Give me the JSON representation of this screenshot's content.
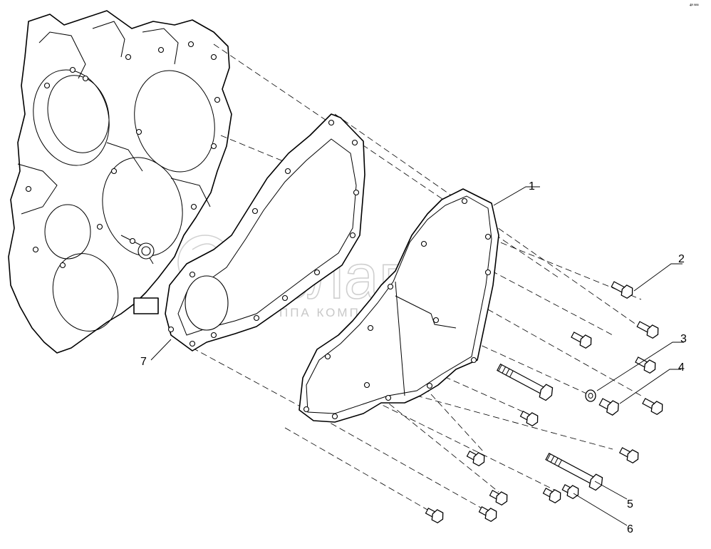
{
  "watermark": {
    "brand": "белагро",
    "subtitle": "ГРУППА КОМПАНИЙ"
  },
  "callouts": [
    {
      "id": "callout-1",
      "label": "1"
    },
    {
      "id": "callout-2",
      "label": "2"
    },
    {
      "id": "callout-3",
      "label": "3"
    },
    {
      "id": "callout-4",
      "label": "4"
    },
    {
      "id": "callout-5",
      "label": "5"
    },
    {
      "id": "callout-6",
      "label": "6"
    },
    {
      "id": "callout-7",
      "label": "7"
    }
  ],
  "corner_mark": "4ᴿ ᴮᴮᴮ"
}
